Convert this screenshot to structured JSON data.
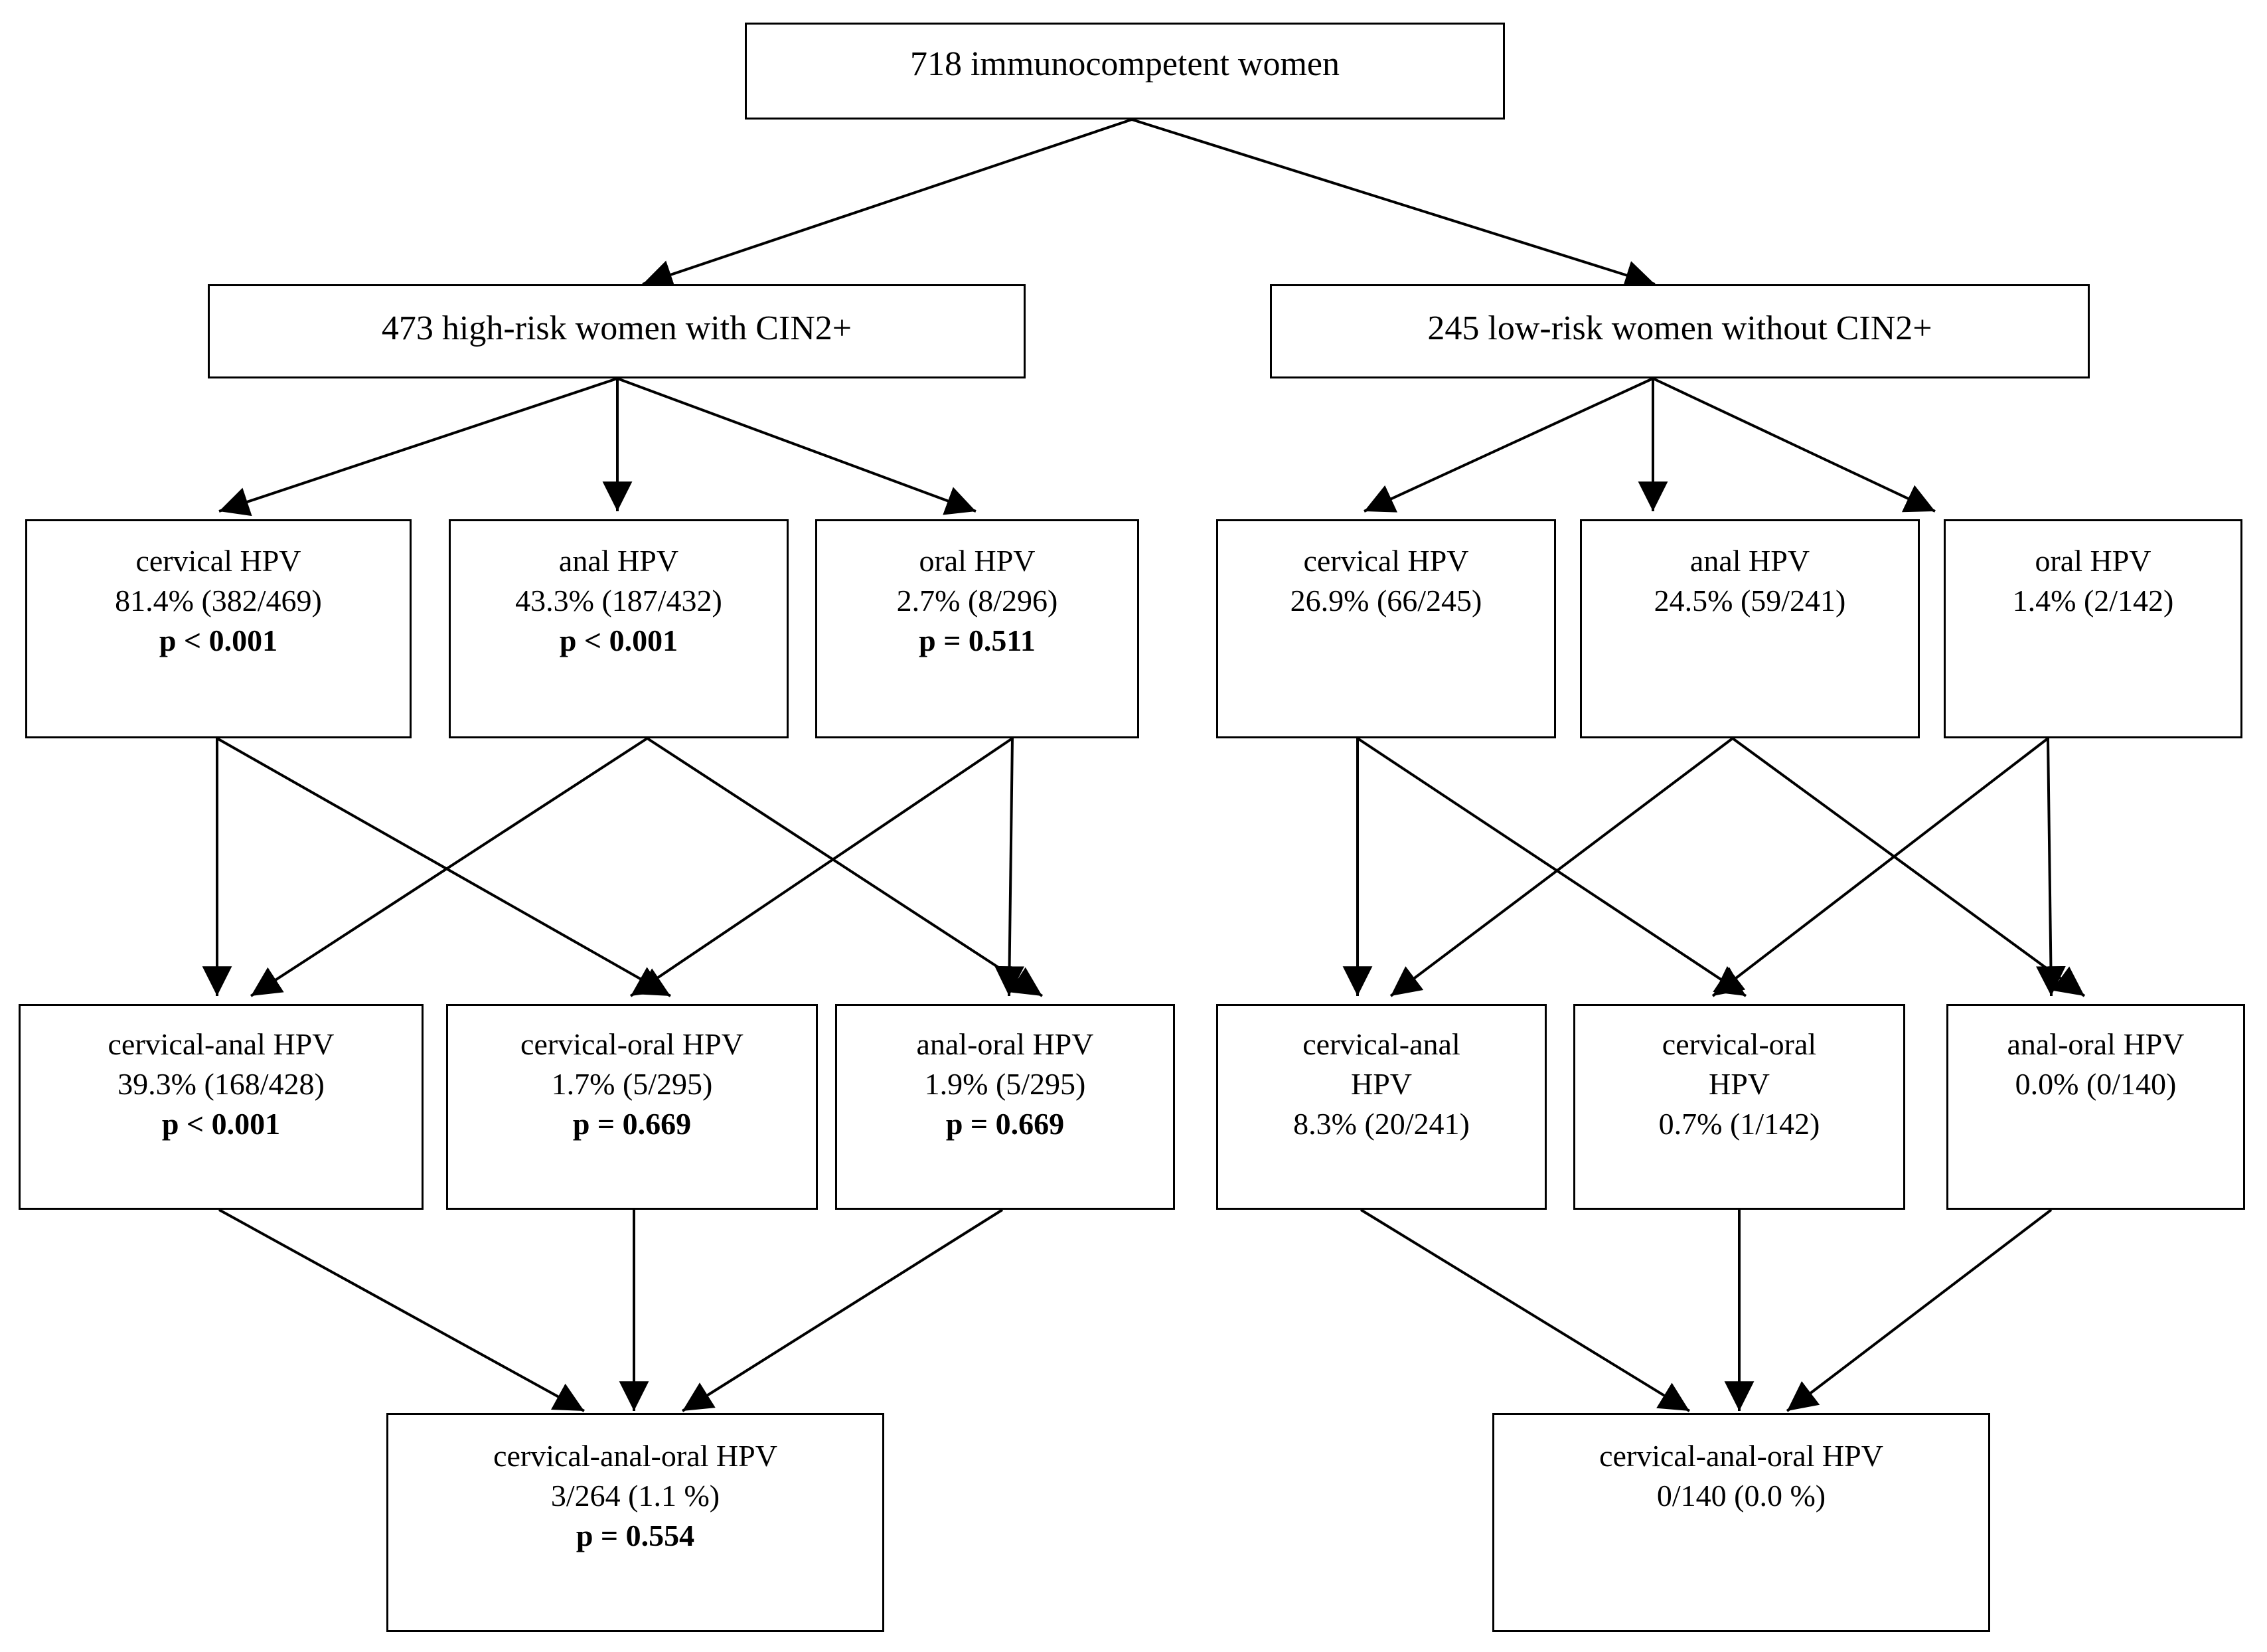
{
  "figure": {
    "type": "flowchart",
    "title": "",
    "orientation": "top-down"
  },
  "root": {
    "label": "718 immunocompetent women"
  },
  "branches": {
    "left": {
      "label": "473 high-risk women with CIN2+",
      "single_site": [
        {
          "name": "cervical HPV",
          "rate": "81.4% (382/469)",
          "p": "p < 0.001"
        },
        {
          "name": "anal HPV",
          "rate": "43.3% (187/432)",
          "p": "p < 0.001"
        },
        {
          "name": "oral HPV",
          "rate": "2.7% (8/296)",
          "p": "p = 0.511"
        }
      ],
      "dual_site": [
        {
          "name": "cervical-anal HPV",
          "name2": "",
          "rate": "39.3% (168/428)",
          "p": "p < 0.001"
        },
        {
          "name": "cervical-oral HPV",
          "name2": "",
          "rate": "1.7% (5/295)",
          "p": "p = 0.669"
        },
        {
          "name": "anal-oral HPV",
          "name2": "",
          "rate": "1.9% (5/295)",
          "p": "p = 0.669"
        }
      ],
      "triple_site": {
        "name": "cervical-anal-oral HPV",
        "rate": "3/264 (1.1 %)",
        "p": "p = 0.554"
      }
    },
    "right": {
      "label": "245 low-risk women without CIN2+",
      "single_site": [
        {
          "name": "cervical HPV",
          "rate": "26.9% (66/245)",
          "p": ""
        },
        {
          "name": "anal HPV",
          "rate": "24.5%  (59/241)",
          "p": ""
        },
        {
          "name": "oral HPV",
          "rate": "1.4% (2/142)",
          "p": ""
        }
      ],
      "dual_site": [
        {
          "name": "cervical-anal",
          "name2": "HPV",
          "rate": "8.3% (20/241)",
          "p": ""
        },
        {
          "name": "cervical-oral",
          "name2": "HPV",
          "rate": "0.7% (1/142)",
          "p": ""
        },
        {
          "name": "anal-oral HPV",
          "name2": "",
          "rate": "0.0% (0/140)",
          "p": ""
        }
      ],
      "triple_site": {
        "name": "cervical-anal-oral HPV",
        "rate": "0/140 (0.0 %)",
        "p": ""
      }
    }
  },
  "style": {
    "stroke": "#000000",
    "fill": "#ffffff",
    "text": "#000000"
  }
}
